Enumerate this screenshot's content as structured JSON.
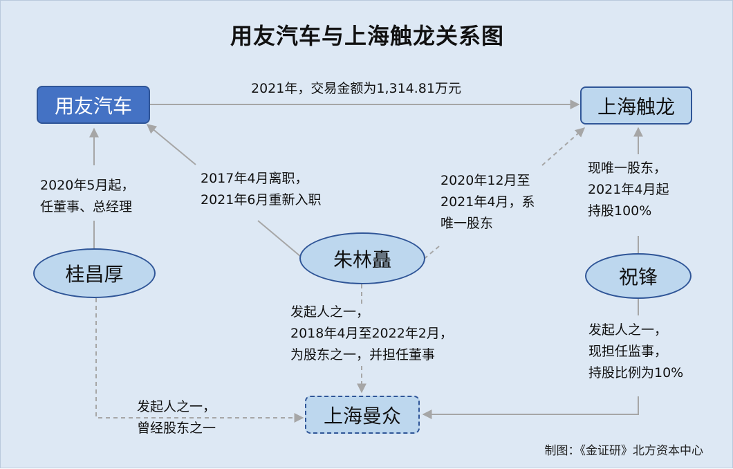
{
  "title": "用友汽车与上海触龙关系图",
  "nodes": {
    "yonyou": "用友汽车",
    "chulong": "上海触龙",
    "gui": "桂昌厚",
    "zhu": "朱林矗",
    "zhufeng": "祝锋",
    "manzhong": "上海曼众"
  },
  "edges": {
    "transaction": "2021年，交易金额为1,314.81万元",
    "gui_yonyou": [
      "2020年5月起，",
      "任董事、总经理"
    ],
    "zhu_yonyou": [
      "2017年4月离职，",
      "2021年6月重新入职"
    ],
    "zhu_chulong": [
      "2020年12月至",
      "2021年4月，系",
      "唯一股东"
    ],
    "zhufeng_chulong": [
      "现唯一股东，",
      "2021年4月起",
      "持股100%"
    ],
    "zhu_manzhong": [
      "发起人之一，",
      "2018年4月至2022年2月，",
      "为股东之一，并担任董事"
    ],
    "zhufeng_manzhong": [
      "发起人之一，",
      "现担任监事，",
      "持股比例为10%"
    ],
    "gui_manzhong": [
      "发起人之一，",
      "曾经股东之一"
    ]
  },
  "footer": "制图：《金证研》北方资本中心",
  "colors": {
    "background": "#dde8f4",
    "dark_box": "#4472c4",
    "light_fill": "#bdd7ee",
    "border": "#2f5597",
    "line": "#a6a6a6"
  }
}
